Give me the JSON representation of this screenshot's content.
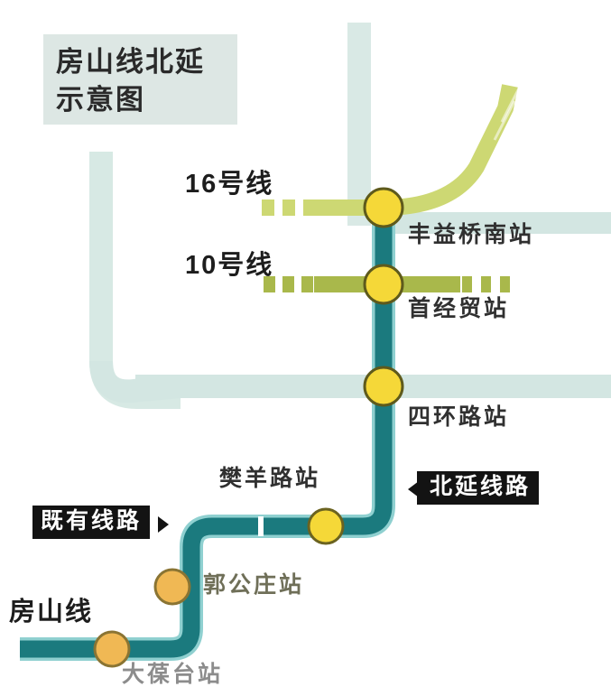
{
  "title": {
    "line1": "房山线北延",
    "line2": "示意图",
    "full": "房山线北延示意图"
  },
  "colors": {
    "title_box_bg": "#dde7e4",
    "fangshan_line": "#1b7a7e",
    "fangshan_line_edge": "#7fc8c9",
    "line16": "#cdd873",
    "line10": "#a9b84b",
    "road_pale": "#d3e6e2",
    "station_fill_extension": "#f5d838",
    "station_fill_existing": "#f0b854",
    "station_stroke": "#6b6320",
    "tag_bg": "#131313",
    "tag_text": "#ffffff"
  },
  "lines": [
    {
      "id": "line16",
      "label": "16号线",
      "color": "#cdd873",
      "style": "dashed-to-solid"
    },
    {
      "id": "line10",
      "label": "10号线",
      "color": "#a9b84b",
      "style": "dashed-to-solid"
    },
    {
      "id": "fangshan",
      "label": "房山线",
      "color": "#1b7a7e",
      "style": "solid"
    }
  ],
  "tags": [
    {
      "id": "extension",
      "label": "北延线路",
      "arrow": "left"
    },
    {
      "id": "existing",
      "label": "既有线路",
      "arrow": "right"
    }
  ],
  "stations": [
    {
      "id": "fengyiqiaonan",
      "label": "丰益桥南站",
      "segment": "extension",
      "interchange": "16号线"
    },
    {
      "id": "shoujingmao",
      "label": "首经贸站",
      "segment": "extension",
      "interchange": "10号线"
    },
    {
      "id": "sihuanlu",
      "label": "四环路站",
      "segment": "extension",
      "interchange": ""
    },
    {
      "id": "fanyanglu",
      "label": "樊羊路站",
      "segment": "extension",
      "interchange": ""
    },
    {
      "id": "guogongzhuang",
      "label": "郭公庄站",
      "segment": "existing",
      "interchange": ""
    },
    {
      "id": "dabaotai",
      "label": "大葆台站",
      "segment": "existing",
      "interchange": ""
    }
  ]
}
